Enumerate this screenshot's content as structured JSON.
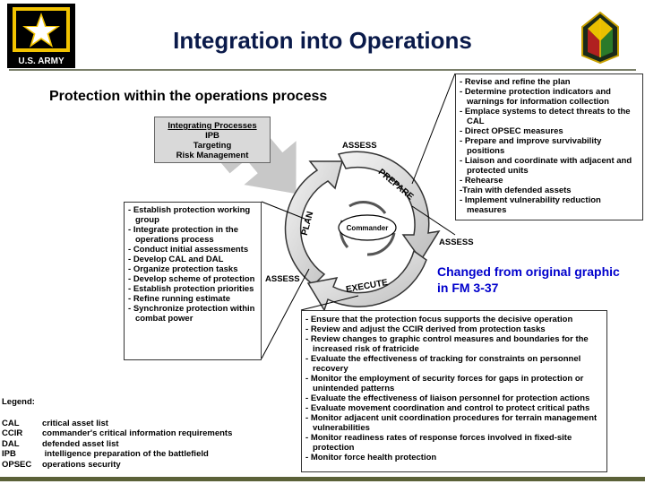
{
  "header": {
    "title": "Integration into Operations",
    "logo_text": "U.S. ARMY"
  },
  "subtitle": "Protection within the operations process",
  "integrating": {
    "heading": "Integrating Processes",
    "lines": [
      "IPB",
      "Targeting",
      "Risk Management"
    ]
  },
  "cycle": {
    "center": "Commander",
    "plan": "PLAN",
    "prepare": "PREPARE",
    "execute": "EXECUTE",
    "assess": "ASSESS"
  },
  "plan_box": [
    "Establish protection working group",
    "Integrate protection in the operations process",
    "Conduct initial assessments",
    "Develop CAL and DAL",
    "Organize protection tasks",
    "Develop scheme of protection",
    "Establish protection priorities",
    "Refine running estimate",
    "Synchronize protection within combat power"
  ],
  "prepare_box": [
    "Revise and refine the plan",
    "Determine protection indicators and warnings for information collection",
    "Emplace systems to detect threats to the CAL",
    "Direct OPSEC measures",
    "Prepare and improve survivability positions",
    "Liaison and coordinate with adjacent and protected units",
    "Rehearse",
    "-Train with defended assets",
    "Implement vulnerability reduction measures"
  ],
  "execute_box": [
    "Ensure that the protection focus supports the decisive operation",
    "Review and adjust the CCIR derived from protection tasks",
    "Review changes to graphic control measures and boundaries for the increased risk of fratricide",
    "Evaluate the effectiveness of tracking for constraints on personnel recovery",
    "Monitor the employment of security forces for gaps in protection or unintended patterns",
    "Evaluate the effectiveness of liaison personnel for protection actions",
    "Evaluate movement coordination and control to protect critical paths",
    "Monitor adjacent unit coordination procedures for terrain management vulnerabilities",
    "Monitor readiness rates of response forces involved in fixed-site protection",
    "Monitor force health protection"
  ],
  "changed_note": "Changed from original graphic in FM 3-37",
  "legend": {
    "heading": "Legend:",
    "items": [
      {
        "key": "CAL",
        "value": "critical asset list"
      },
      {
        "key": "CCIR",
        "value": "commander's critical information requirements"
      },
      {
        "key": "DAL",
        "value": "defended asset list"
      },
      {
        "key": "IPB",
        "value": " intelligence preparation of the battlefield"
      },
      {
        "key": "OPSEC",
        "value": "operations security"
      }
    ]
  },
  "colors": {
    "title": "#0a1a4a",
    "note": "#0000cc",
    "army_black": "#000000",
    "army_gold": "#f2c300",
    "rule": "#7a7f6a"
  },
  "icons": [
    "army-star-logo",
    "unit-insignia"
  ]
}
